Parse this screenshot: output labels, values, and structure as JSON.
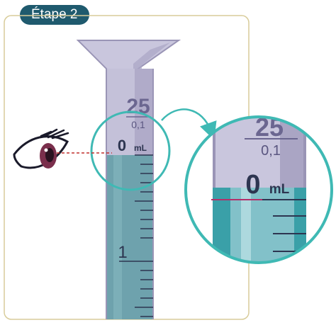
{
  "step_label": "Étape 2",
  "cylinder": {
    "capacity_label": "25",
    "graduation_label": "0,1",
    "zero_value": "0",
    "unit": "mL",
    "major_mark": "1"
  },
  "zoom": {
    "capacity_label": "25",
    "graduation_label": "0,1",
    "zero_value": "0",
    "unit": "mL"
  },
  "colors": {
    "frame": "#d8cc9a",
    "badge": "#1f5a6e",
    "liquid": "#6ea2ad",
    "liquid_light": "#8fc7cf",
    "meniscus_line": "#b3306a",
    "glass": "#b9b6cf",
    "glass_dark": "#9a95b6",
    "zoom_ring": "#3fb9b4",
    "text": "#3a3a52"
  }
}
